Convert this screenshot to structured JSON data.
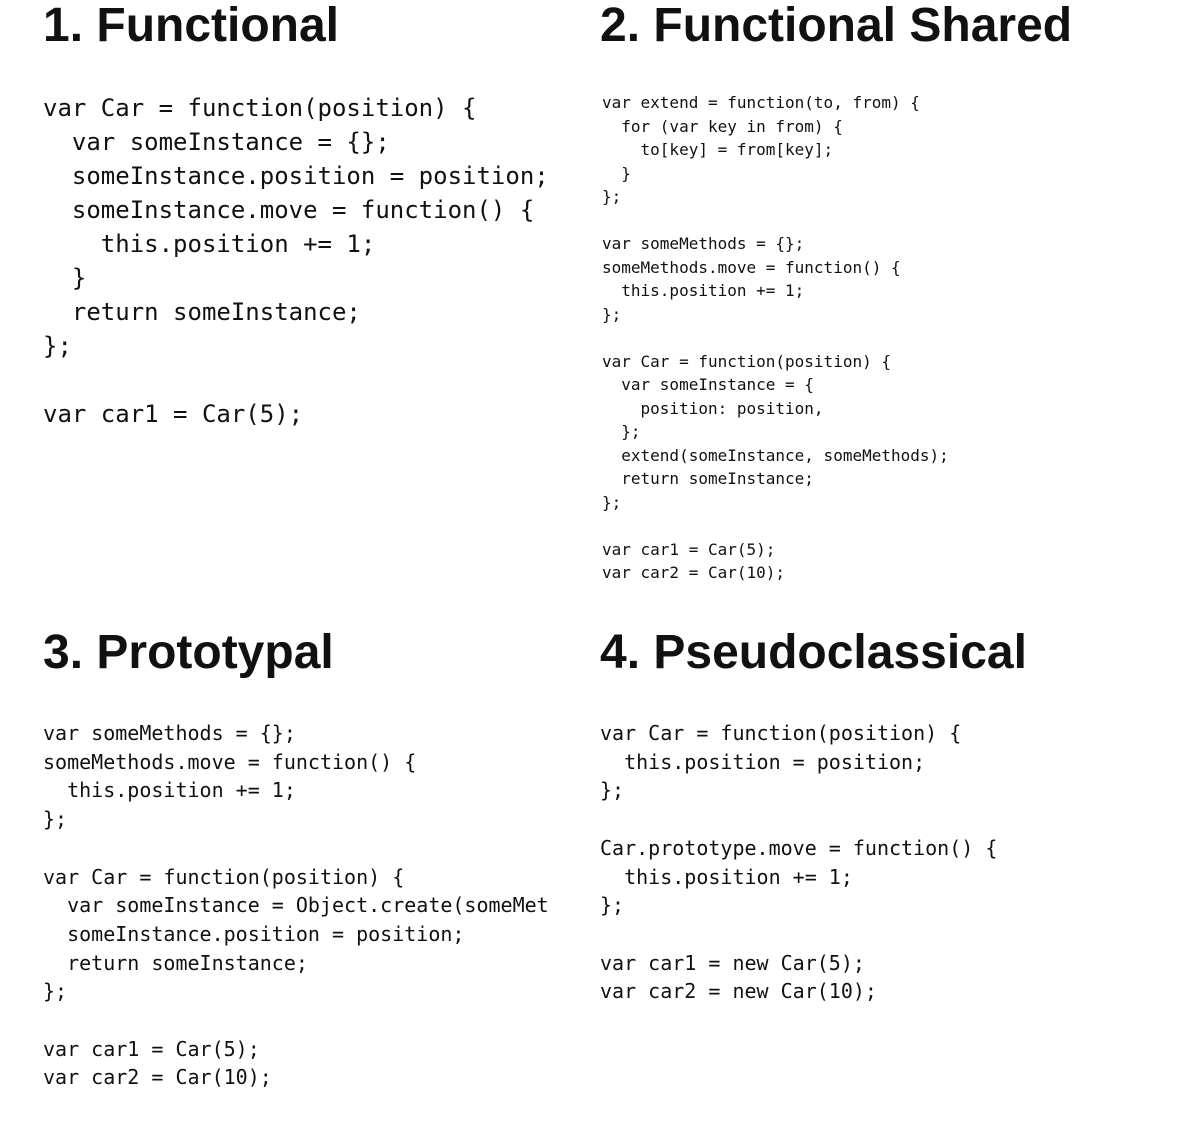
{
  "sections": [
    {
      "title": "1. Functional",
      "code": [
        "var Car = function(position) {",
        "  var someInstance = {};",
        "  someInstance.position = position;",
        "  someInstance.move = function() {",
        "    this.position += 1;",
        "  }",
        "  return someInstance;",
        "};",
        "",
        "var car1 = Car(5);"
      ]
    },
    {
      "title": "2. Functional Shared",
      "code": [
        "var extend = function(to, from) {",
        "  for (var key in from) {",
        "    to[key] = from[key];",
        "  }",
        "};",
        "",
        "var someMethods = {};",
        "someMethods.move = function() {",
        "  this.position += 1;",
        "};",
        "",
        "var Car = function(position) {",
        "  var someInstance = {",
        "    position: position,",
        "  };",
        "  extend(someInstance, someMethods);",
        "  return someInstance;",
        "};",
        "",
        "var car1 = Car(5);",
        "var car2 = Car(10);"
      ]
    },
    {
      "title": "3. Prototypal",
      "code": [
        "var someMethods = {};",
        "someMethods.move = function() {",
        "  this.position += 1;",
        "};",
        "",
        "var Car = function(position) {",
        "  var someInstance = Object.create(someMet",
        "  someInstance.position = position;",
        "  return someInstance;",
        "};",
        "",
        "var car1 = Car(5);",
        "var car2 = Car(10);"
      ]
    },
    {
      "title": "4. Pseudoclassical",
      "code": [
        "var Car = function(position) {",
        "  this.position = position;",
        "};",
        "",
        "Car.prototype.move = function() {",
        "  this.position += 1;",
        "};",
        "",
        "var car1 = new Car(5);",
        "var car2 = new Car(10);"
      ]
    }
  ]
}
